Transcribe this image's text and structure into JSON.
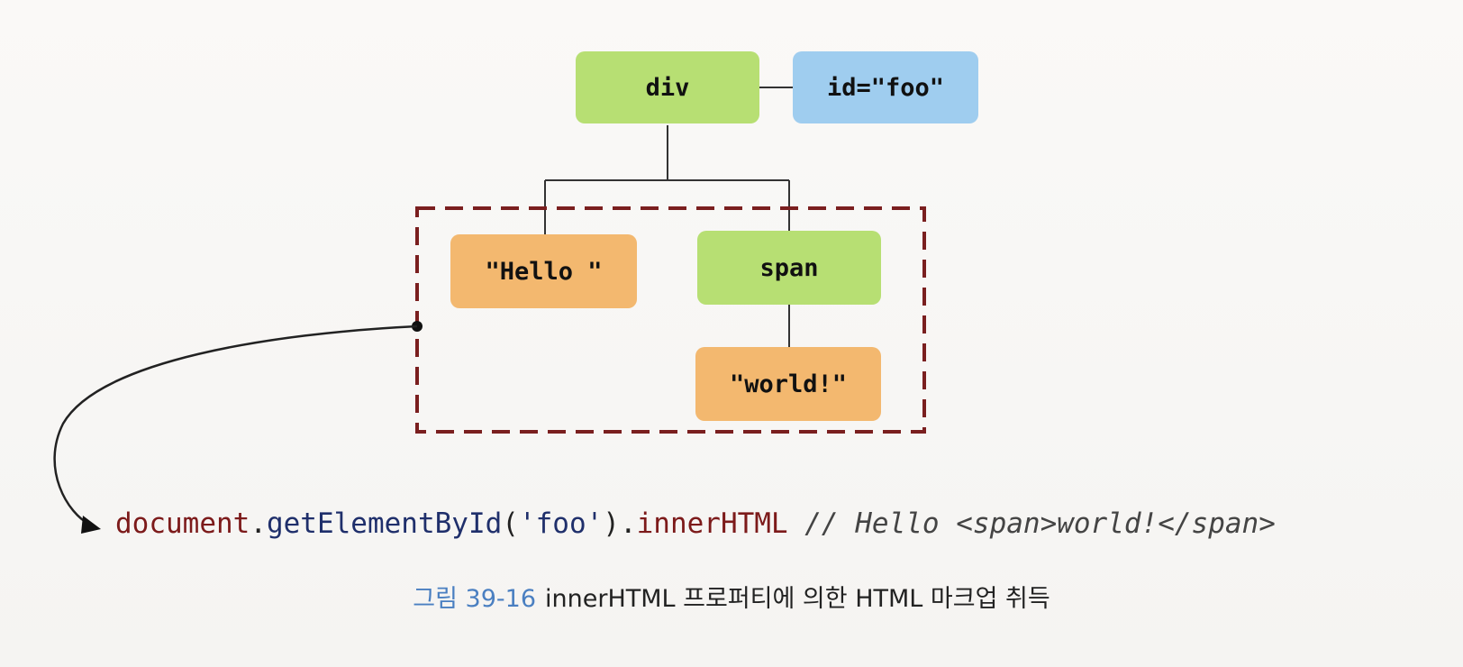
{
  "diagram": {
    "nodes": {
      "div": "div",
      "id_attr": "id=\"foo\"",
      "hello_text": "\"Hello \"",
      "span": "span",
      "world_text": "\"world!\""
    }
  },
  "code": {
    "object": "document",
    "dot1": ".",
    "method": "getElementById",
    "open_paren": "(",
    "argument": "'foo'",
    "close_paren": ")",
    "dot2": ".",
    "property": "innerHTML",
    "comment": " // Hello <span>world!</span>"
  },
  "caption": {
    "figure_label": "그림 39-16",
    "text": "innerHTML 프로퍼티에 의한 HTML 마크업 취득"
  },
  "colors": {
    "element_node": "#b7df73",
    "attribute_node": "#9fcdef",
    "text_node": "#f3b86f",
    "highlight_border": "#7a1f1f",
    "caption_label": "#4a7fc1"
  }
}
